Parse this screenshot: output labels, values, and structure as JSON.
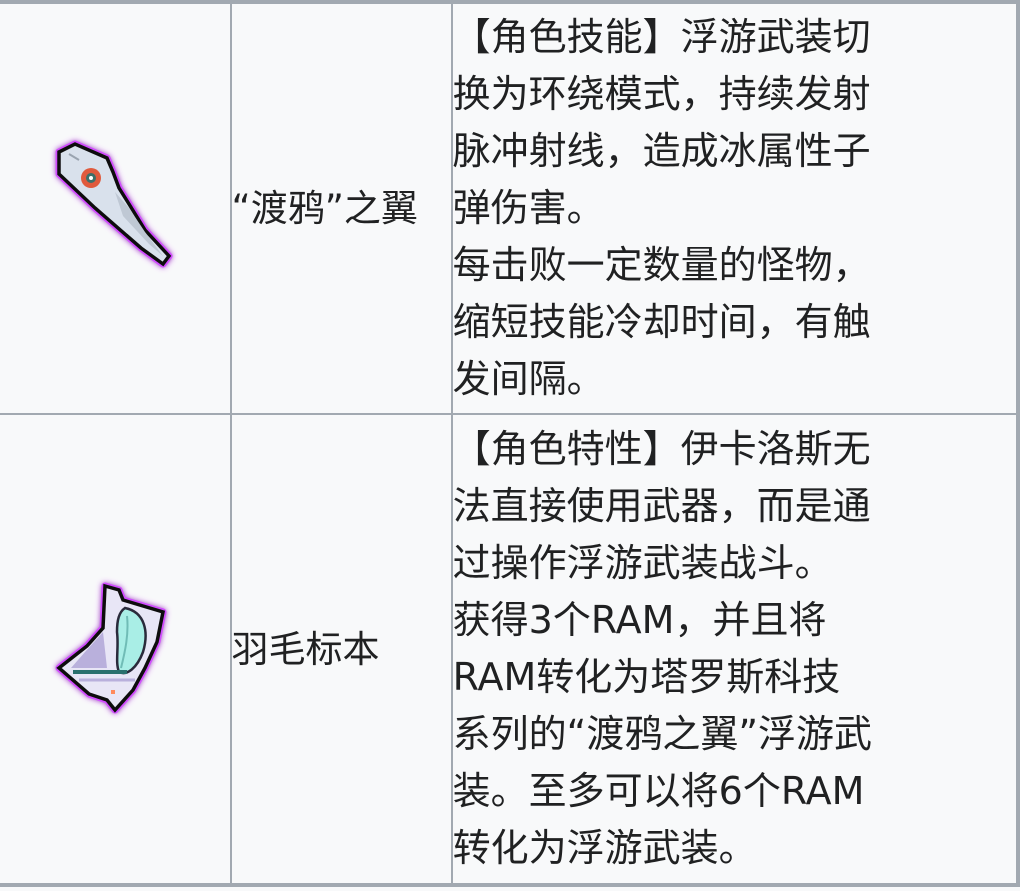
{
  "table": {
    "rows": [
      {
        "icon": "raven-wing-drone-icon",
        "name": "“渡鸦”之翼",
        "description": [
          "【角色技能】浮游武装切",
          "换为环绕模式，持续发射",
          "脉冲射线，造成冰属性子",
          "弹伤害。",
          "每击败一定数量的怪物，",
          "缩短技能冷却时间，有触",
          "发间隔。"
        ]
      },
      {
        "icon": "feather-specimen-icon",
        "name": "羽毛标本",
        "description": [
          "【角色特性】伊卡洛斯无",
          "法直接使用武器，而是通",
          "过操作浮游武装战斗。",
          "获得3个RAM，并且将",
          "RAM转化为塔罗斯科技",
          "系列的“渡鸦之翼”浮游武",
          "装。至多可以将6个RAM",
          "转化为浮游武装。"
        ]
      }
    ]
  },
  "colors": {
    "border": "#a2a9b1",
    "cell_background": "#f8f9fa",
    "text": "#202122",
    "icon_glow": "#d24dff"
  }
}
